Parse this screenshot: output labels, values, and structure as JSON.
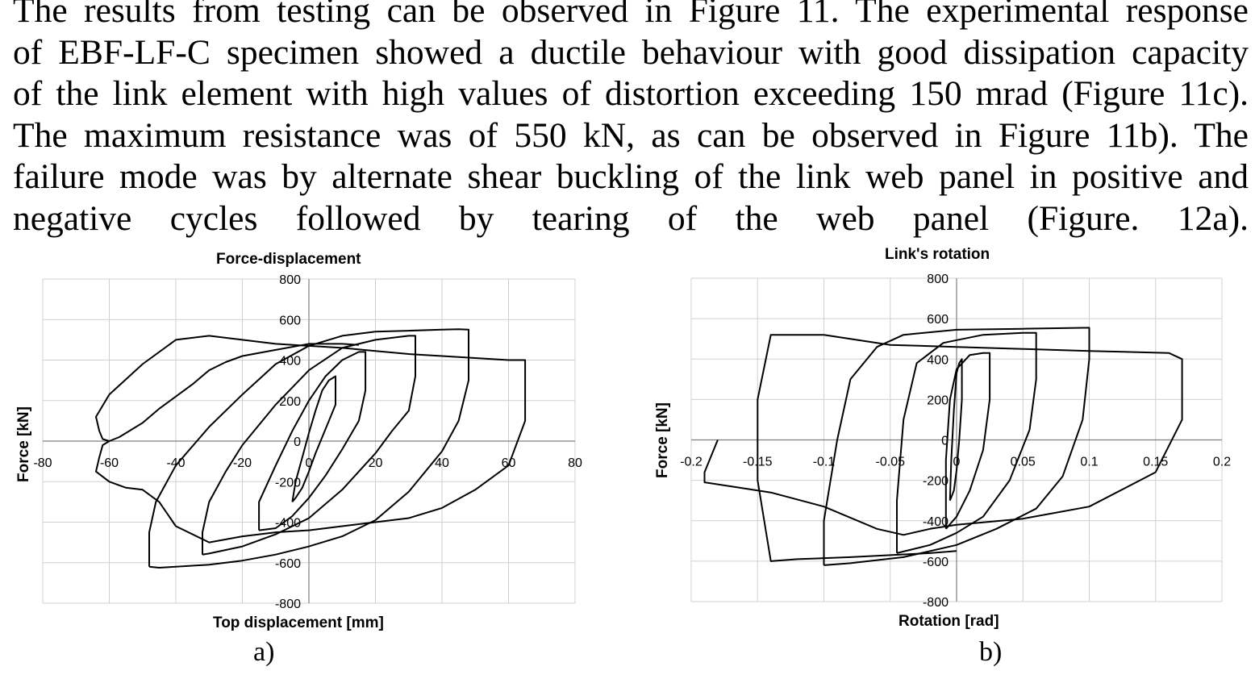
{
  "paragraph": {
    "lines": [
      "The results from testing can be observed in Figure 11. The experimental response",
      "of EBF-LF-C specimen showed a ductile behaviour with good dissipation capacity",
      "of the link element with high values of distortion exceeding 150 mrad (Figure 11c).",
      "The maximum resistance was of 550 kN, as can be observed in Figure 11b). The",
      "failure mode was by alternate shear buckling of the link web panel in positive and",
      "negative cycles followed by tearing of the web panel (Figure. 12a)."
    ]
  },
  "chart_data": [
    {
      "type": "line",
      "title": "Force-displacement",
      "xlabel": "Top displacement [mm]",
      "ylabel": "Force [kN]",
      "xlim": [
        -80,
        80
      ],
      "ylim": [
        -800,
        800
      ],
      "xticks": [
        "-80",
        "-60",
        "-40",
        "-20",
        "0",
        "20",
        "40",
        "60",
        "80"
      ],
      "yticks": [
        "800",
        "600",
        "400",
        "200",
        "0",
        "-200",
        "-400",
        "-600",
        "-800"
      ],
      "grid": true,
      "caption": "a)",
      "series": [
        {
          "x": [
            -60,
            -62,
            -63,
            -64,
            -60,
            -55,
            -50,
            -45,
            -40,
            -30,
            -20,
            -10,
            0,
            10,
            20,
            30,
            40,
            50,
            60,
            65,
            65,
            60,
            50,
            40,
            30,
            20,
            10,
            0,
            -10,
            -20,
            -30,
            -40,
            -50,
            -60,
            -64,
            -63,
            -62,
            -60,
            -57,
            -50,
            -45,
            -40,
            -35,
            -30,
            -25,
            -20,
            -10,
            0,
            10,
            15
          ],
          "y": [
            0,
            -20,
            -80,
            -150,
            -200,
            -230,
            -240,
            -300,
            -420,
            -500,
            -470,
            -450,
            -440,
            -420,
            -400,
            -380,
            -330,
            -240,
            -120,
            100,
            400,
            400,
            410,
            420,
            430,
            445,
            460,
            470,
            480,
            500,
            520,
            500,
            380,
            230,
            120,
            50,
            10,
            0,
            20,
            90,
            160,
            220,
            280,
            350,
            390,
            420,
            450,
            480,
            480,
            475
          ]
        },
        {
          "x": [
            -48,
            -48,
            -46,
            -40,
            -30,
            -20,
            -10,
            0,
            10,
            20,
            30,
            40,
            45,
            48,
            48,
            45,
            40,
            30,
            20,
            10,
            0,
            -10,
            -20,
            -30,
            -40,
            -45,
            -48
          ],
          "y": [
            -620,
            -450,
            -300,
            -120,
            70,
            230,
            380,
            470,
            520,
            540,
            545,
            550,
            552,
            550,
            300,
            100,
            -50,
            -250,
            -390,
            -470,
            -520,
            -560,
            -590,
            -610,
            -620,
            -625,
            -620
          ]
        },
        {
          "x": [
            -32,
            -32,
            -30,
            -25,
            -20,
            -10,
            0,
            10,
            20,
            30,
            32,
            32,
            30,
            25,
            20,
            10,
            0,
            -10,
            -20,
            -30,
            -32
          ],
          "y": [
            -560,
            -450,
            -300,
            -150,
            -20,
            180,
            350,
            460,
            500,
            520,
            520,
            320,
            150,
            50,
            -60,
            -240,
            -380,
            -460,
            -520,
            -555,
            -560
          ]
        },
        {
          "x": [
            -15,
            -15,
            -10,
            -5,
            0,
            5,
            10,
            15,
            17,
            17,
            15,
            10,
            5,
            0,
            -5,
            -10,
            -15
          ],
          "y": [
            -440,
            -300,
            -120,
            50,
            200,
            320,
            400,
            440,
            440,
            250,
            100,
            -40,
            -170,
            -280,
            -370,
            -430,
            -440
          ]
        },
        {
          "x": [
            -5,
            -4,
            -2,
            0,
            2,
            4,
            6,
            8,
            8,
            6,
            4,
            2,
            0,
            -2,
            -4,
            -5
          ],
          "y": [
            -300,
            -200,
            -80,
            40,
            150,
            250,
            300,
            320,
            180,
            100,
            20,
            -60,
            -150,
            -230,
            -280,
            -300
          ]
        }
      ]
    },
    {
      "type": "line",
      "title": "Link's rotation",
      "xlabel": "Rotation [rad]",
      "ylabel": "Force [kN]",
      "xlim": [
        -0.2,
        0.2
      ],
      "ylim": [
        -800,
        800
      ],
      "xticks": [
        "-0.2",
        "-0.15",
        "-0.1",
        "-0.05",
        "0",
        "0.05",
        "0.1",
        "0.15",
        "0.2"
      ],
      "yticks": [
        "800",
        "600",
        "400",
        "200",
        "0",
        "-200",
        "-400",
        "-600",
        "-800"
      ],
      "grid": true,
      "caption": "b)",
      "series": [
        {
          "x": [
            -0.18,
            -0.185,
            -0.19,
            -0.19,
            -0.17,
            -0.14,
            -0.1,
            -0.06,
            -0.04,
            -0.02,
            0,
            0.05,
            0.1,
            0.15,
            0.17,
            0.17,
            0.16,
            0.1,
            0.05,
            0,
            -0.05,
            -0.1,
            -0.14,
            -0.15,
            -0.15,
            -0.14,
            -0.12,
            -0.08,
            -0.05,
            -0.02,
            0
          ],
          "y": [
            0,
            -80,
            -160,
            -210,
            -230,
            -260,
            -330,
            -440,
            -470,
            -440,
            -420,
            -390,
            -330,
            -160,
            100,
            400,
            430,
            440,
            450,
            460,
            470,
            520,
            520,
            200,
            -200,
            -600,
            -590,
            -580,
            -570,
            -560,
            -550
          ]
        },
        {
          "x": [
            -0.1,
            -0.1,
            -0.09,
            -0.08,
            -0.06,
            -0.04,
            0,
            0.05,
            0.1,
            0.1,
            0.095,
            0.08,
            0.06,
            0.03,
            0,
            -0.04,
            -0.08,
            -0.1
          ],
          "y": [
            -620,
            -400,
            0,
            300,
            460,
            520,
            545,
            550,
            555,
            400,
            100,
            -180,
            -340,
            -440,
            -520,
            -580,
            -610,
            -620
          ]
        },
        {
          "x": [
            -0.045,
            -0.045,
            -0.04,
            -0.03,
            -0.01,
            0.02,
            0.05,
            0.06,
            0.06,
            0.055,
            0.04,
            0.02,
            0,
            -0.02,
            -0.045
          ],
          "y": [
            -560,
            -300,
            100,
            380,
            480,
            520,
            530,
            530,
            300,
            50,
            -200,
            -380,
            -460,
            -520,
            -560
          ]
        },
        {
          "x": [
            -0.008,
            -0.008,
            -0.005,
            0,
            0.01,
            0.02,
            0.025,
            0.025,
            0.02,
            0.01,
            0,
            -0.008
          ],
          "y": [
            -440,
            -100,
            200,
            350,
            420,
            430,
            430,
            200,
            -50,
            -250,
            -380,
            -440
          ]
        },
        {
          "x": [
            -0.005,
            -0.004,
            -0.002,
            0,
            0.002,
            0.004,
            0.004,
            0.002,
            0,
            -0.002,
            -0.005
          ],
          "y": [
            -300,
            -100,
            150,
            330,
            380,
            400,
            200,
            0,
            -150,
            -250,
            -300
          ]
        }
      ]
    }
  ]
}
